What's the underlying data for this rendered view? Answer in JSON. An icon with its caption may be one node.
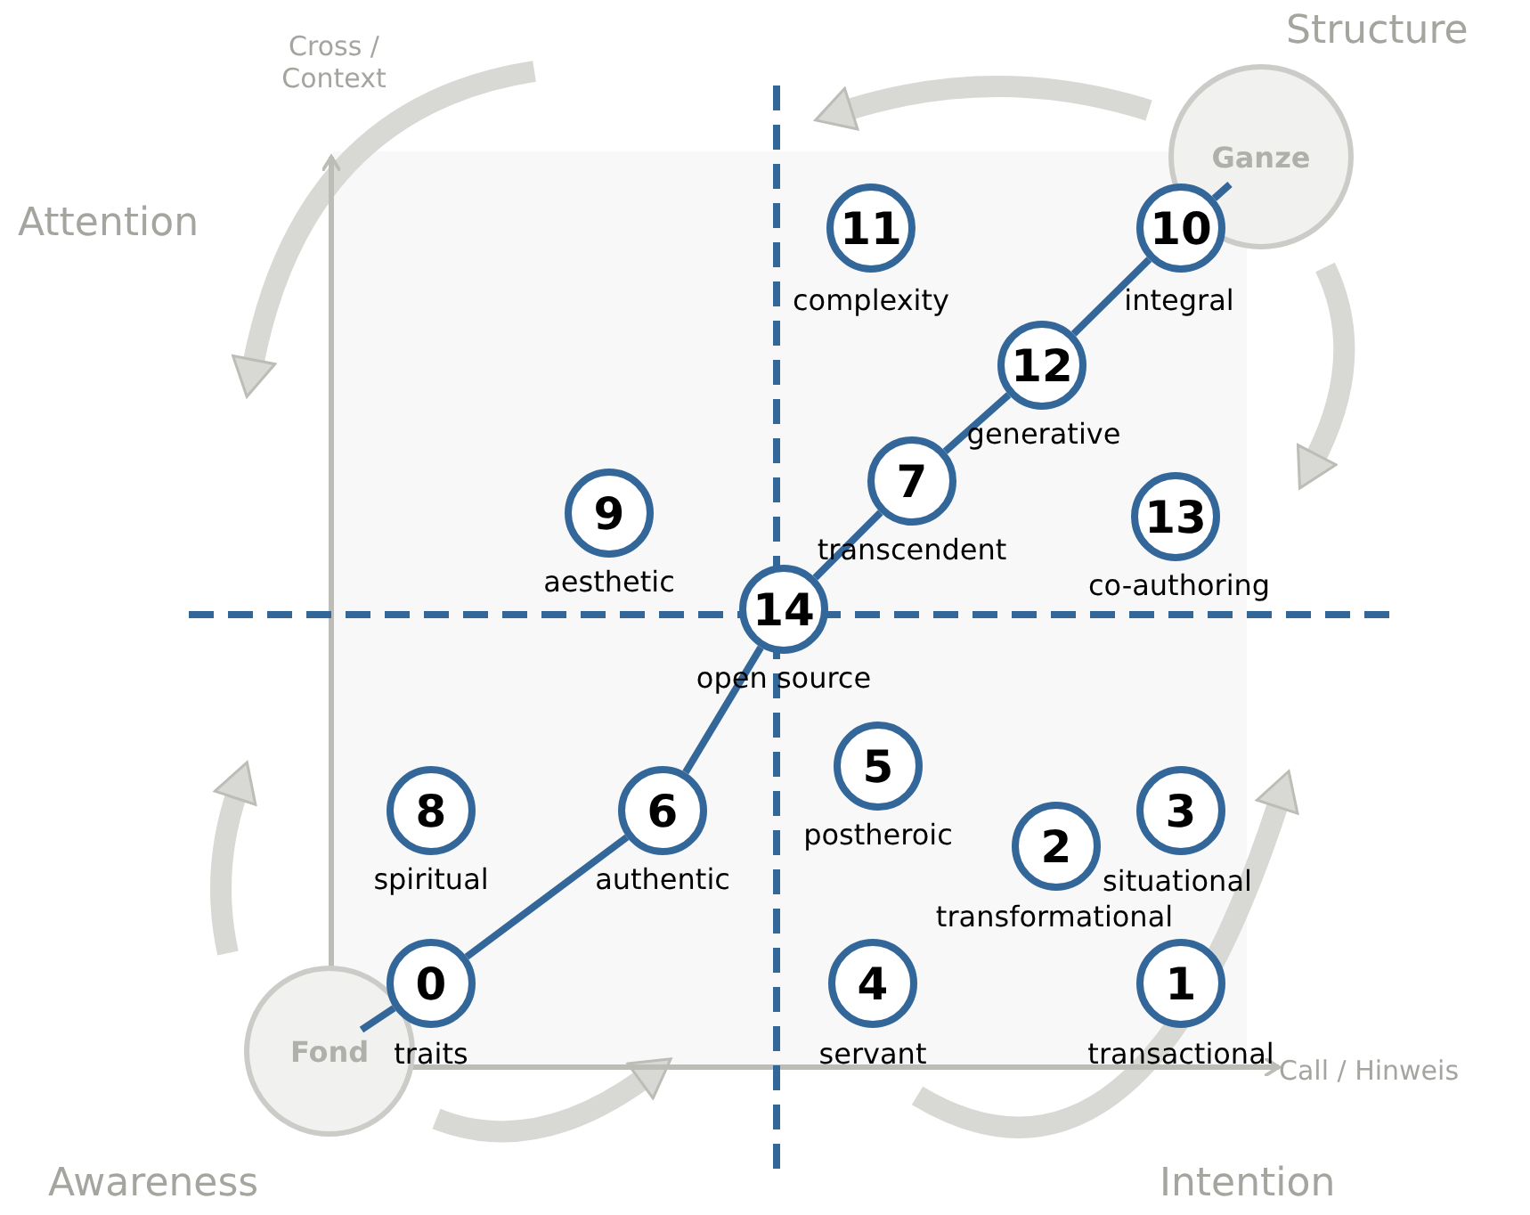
{
  "diagram": {
    "nodes": [
      {
        "text": [
          "Ganze"
        ]
      },
      {
        "text": [
          "11"
        ],
        "beside": [
          "complexity"
        ]
      },
      {
        "text": [
          "10"
        ],
        "beside": [
          "integral"
        ]
      },
      {
        "text": [
          "12"
        ],
        "beside": [
          "generative"
        ]
      },
      {
        "text": [
          "9"
        ],
        "beside": [
          "aesthetic"
        ]
      },
      {
        "text": [
          "7"
        ],
        "beside": [
          "transcendent"
        ]
      },
      {
        "text": [
          "13"
        ],
        "beside": [
          "co-authoring"
        ]
      },
      {
        "text": [
          "14"
        ],
        "beside": [
          "open source"
        ]
      },
      {
        "text": [
          "5"
        ],
        "beside": [
          "postheroic"
        ]
      },
      {
        "text": [
          "8"
        ],
        "beside": [
          "spiritual"
        ]
      },
      {
        "text": [
          "6"
        ],
        "beside": [
          "authentic"
        ]
      },
      {
        "text": [
          "3"
        ],
        "beside": [
          "situational"
        ]
      },
      {
        "text": [
          "2"
        ],
        "beside": [
          "transformational"
        ]
      },
      {
        "text": [
          "0"
        ],
        "beside": [
          "traits"
        ]
      },
      {
        "text": [
          "4"
        ],
        "beside": [
          "servant"
        ]
      },
      {
        "text": [
          "1"
        ],
        "beside": [
          "transactional"
        ]
      },
      {
        "text": [
          "Fond"
        ]
      }
    ],
    "edges": [
      {
        "from": 16,
        "to": 13,
        "arrow": "none"
      },
      {
        "from": 13,
        "to": 10,
        "arrow": "none"
      },
      {
        "from": 10,
        "to": 7,
        "arrow": "none"
      },
      {
        "from": 7,
        "to": 5,
        "arrow": "none"
      },
      {
        "from": 5,
        "to": 3,
        "arrow": "none"
      },
      {
        "from": 3,
        "to": 2,
        "arrow": "none"
      },
      {
        "from": 2,
        "to": 0,
        "arrow": "none"
      }
    ],
    "labels": [
      "Cross / Context",
      "Structure",
      "Attention",
      "Awareness",
      "Intention",
      "Call / Hinweis"
    ]
  }
}
